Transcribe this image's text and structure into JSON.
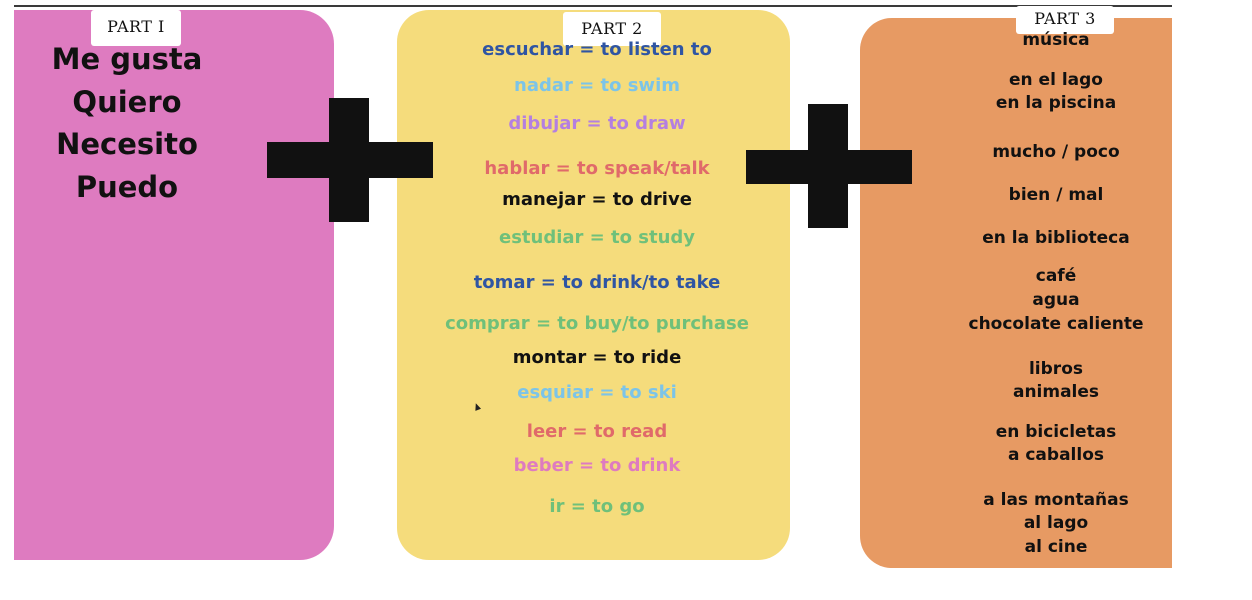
{
  "part1": {
    "label": "PART I",
    "words": [
      "Me gusta",
      "Quiero",
      "Necesito",
      "Puedo"
    ]
  },
  "part2": {
    "label": "PART 2",
    "verbs": [
      {
        "text": "escuchar = to listen to",
        "color": "#2f55a3"
      },
      {
        "text": "nadar = to swim",
        "color": "#7cc4e8"
      },
      {
        "text": "dibujar = to draw",
        "color": "#b47fe0"
      },
      {
        "text": "hablar = to speak/talk",
        "color": "#e06a6a"
      },
      {
        "text": "manejar = to drive",
        "color": "#111111"
      },
      {
        "text": "estudiar = to study",
        "color": "#6fc07a"
      },
      {
        "text": "tomar = to drink/to take",
        "color": "#2f55a3"
      },
      {
        "text": "comprar = to buy/to purchase",
        "color": "#6fc07a"
      },
      {
        "text": "montar = to ride",
        "color": "#111111"
      },
      {
        "text": "esquiar = to ski",
        "color": "#7cc4e8"
      },
      {
        "text": "leer = to read",
        "color": "#e06a6a"
      },
      {
        "text": "beber = to drink",
        "color": "#de7bc0"
      },
      {
        "text": "ir = to go",
        "color": "#6fc07a"
      }
    ]
  },
  "part3": {
    "label": "PART 3",
    "lines": [
      "música",
      "en  el lago",
      "en la piscina",
      "mucho / poco",
      "bien / mal",
      "en la biblioteca",
      "café",
      "agua",
      "chocolate caliente",
      "libros",
      "animales",
      "en bicicletas",
      "a caballos",
      "a las montañas",
      "al lago",
      "al cine"
    ]
  }
}
